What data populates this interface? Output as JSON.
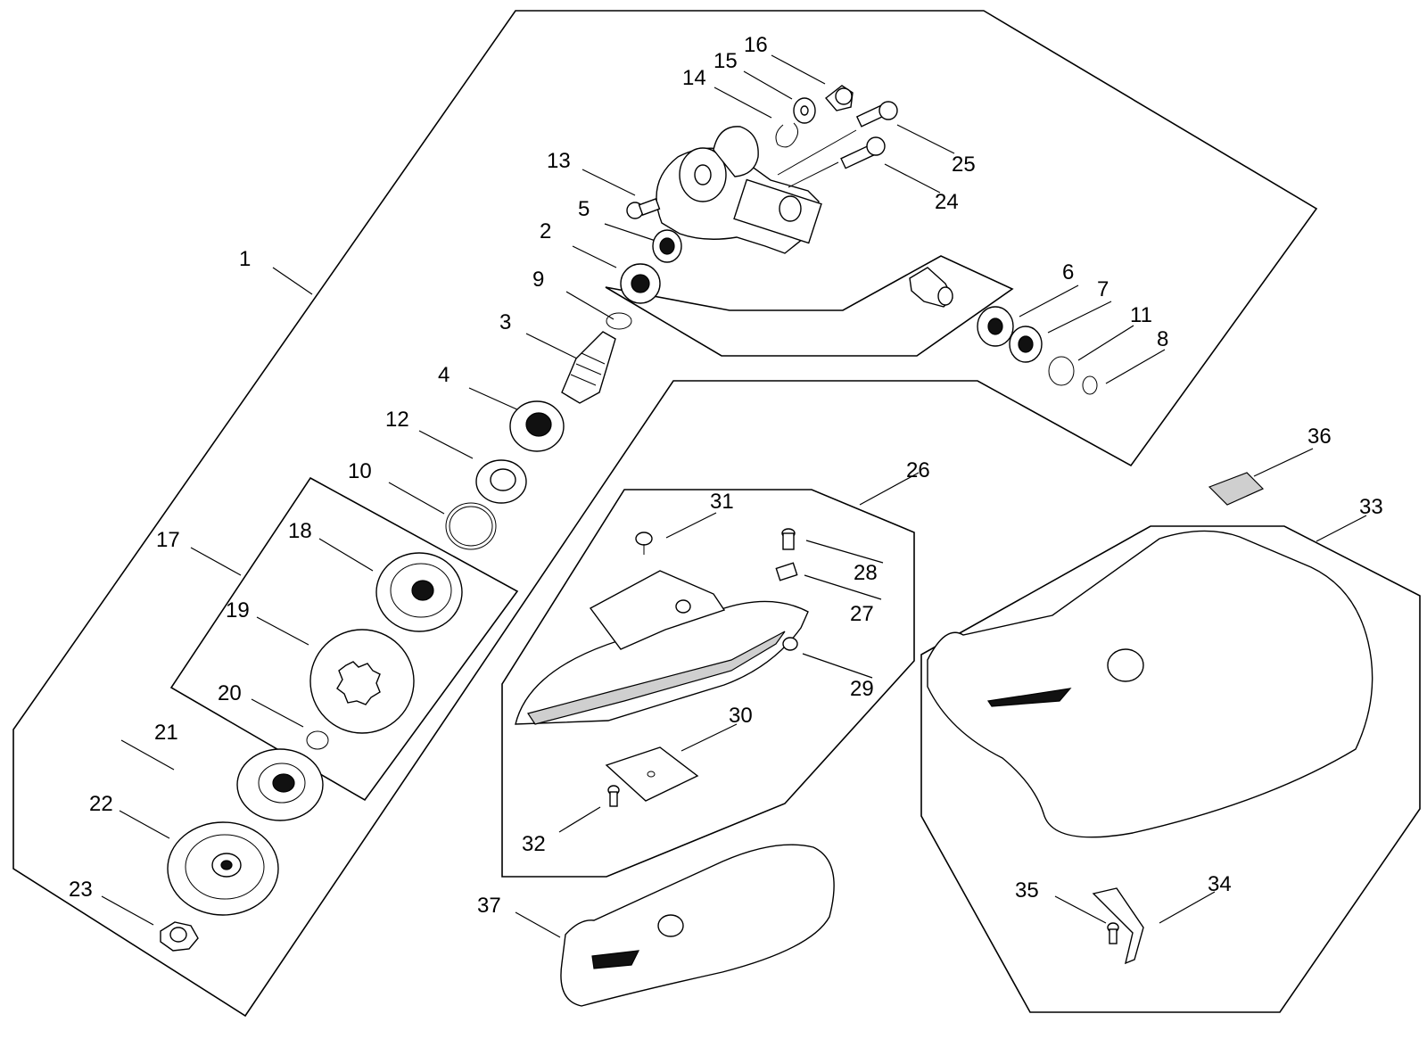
{
  "colors": {
    "line": "#000000",
    "background": "#ffffff",
    "shade": "#cfcfcf"
  },
  "callouts": [
    "1",
    "2",
    "3",
    "4",
    "5",
    "6",
    "7",
    "8",
    "9",
    "10",
    "11",
    "12",
    "13",
    "14",
    "15",
    "16",
    "17",
    "18",
    "19",
    "20",
    "21",
    "22",
    "23",
    "24",
    "25",
    "26",
    "27",
    "28",
    "29",
    "30",
    "31",
    "32",
    "33",
    "34",
    "35",
    "36",
    "37"
  ]
}
